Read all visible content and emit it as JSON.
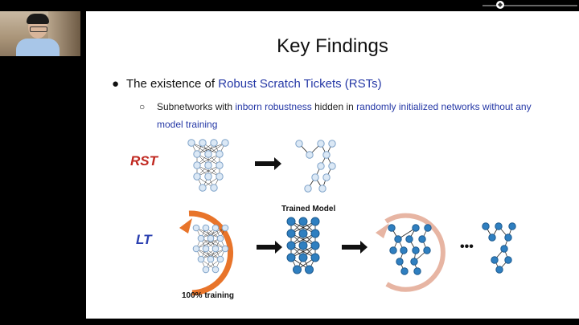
{
  "slide": {
    "title": "Key Findings",
    "bullet_marker": "●",
    "sub_marker": "○",
    "bullet1": {
      "prefix": "The existence of ",
      "highlight": "Robust Scratch Tickets (RSTs)"
    },
    "bullet2": {
      "t1": "Subnetworks with ",
      "h1": "inborn robustness",
      "t2": " hidden in ",
      "h2": "randomly initialized networks without any model training"
    },
    "rst_label": "RST",
    "lt_label": "LT",
    "trained_caption": "Trained Model",
    "training_caption": "100% training",
    "ellipsis": "•••"
  },
  "colors": {
    "highlight": "#2538a6",
    "rst": "#c0271f",
    "lt": "#2a3fb0",
    "arrow_orange": "#e8742a",
    "arrow_pink": "#e7b5a3",
    "node_blue": "#2f7fc0",
    "node_light": "#dbe8f5"
  }
}
